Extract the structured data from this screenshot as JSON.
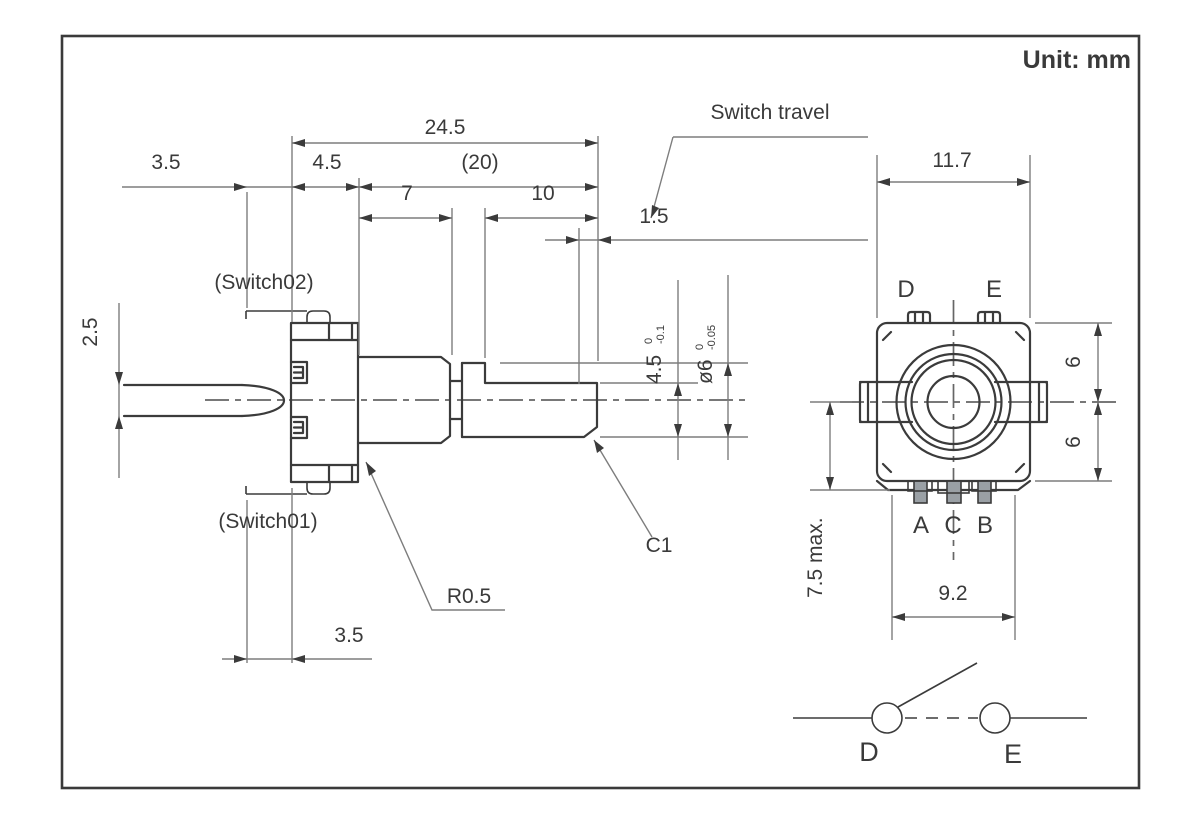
{
  "unit_note": "Unit: mm",
  "side_view": {
    "dims": {
      "overall_length": "24.5",
      "terminal_protrusion_top": "3.5",
      "body_front_depth": "4.5",
      "shaft_length": "(20)",
      "bushing_length": "7",
      "flat_length": "10",
      "switch_travel_value": "1.5",
      "pin_gap": "2.5",
      "terminal_protrusion_bottom": "3.5",
      "flat_height": {
        "value": "4.5",
        "tol_upper": "0",
        "tol_lower": "-0.1"
      },
      "shaft_diameter": {
        "value": "ø6",
        "tol_upper": "0",
        "tol_lower": "-0.05"
      },
      "fillet_radius": "R0.5",
      "tip_chamfer": "C1"
    },
    "labels": {
      "switch02": "(Switch02)",
      "switch01": "(Switch01)",
      "switch_travel": "Switch travel"
    }
  },
  "front_view": {
    "dims": {
      "body_width": "11.7",
      "upper_half": "6",
      "lower_half": "6",
      "height_max": "7.5 max.",
      "terminal_span": "9.2"
    },
    "terminals": {
      "top": [
        "D",
        "E"
      ],
      "bottom": [
        "A",
        "C",
        "B"
      ]
    }
  },
  "schematic": {
    "labels": [
      "D",
      "E"
    ]
  }
}
